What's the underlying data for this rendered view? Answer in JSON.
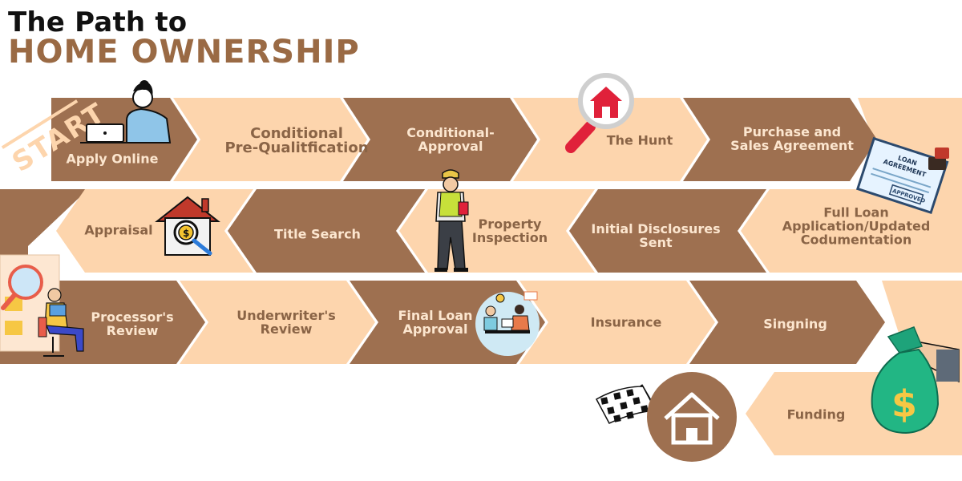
{
  "title": {
    "line1": "The Path to",
    "line2": "HOME OWNERSHIP"
  },
  "start_label": "START",
  "colors": {
    "dark_brown": "#9e7050",
    "light_peach": "#fdd5ad",
    "title_brown": "#9a6a44"
  },
  "steps": [
    {
      "label": "Apply Online"
    },
    {
      "label": "Conditional\nPre-Qualitfication"
    },
    {
      "label": "Conditional-\nApproval"
    },
    {
      "label": "The Hunt"
    },
    {
      "label": "Purchase and\nSales Agreement"
    },
    {
      "label": "Full Loan\nApplication/Updated\nCodumentation"
    },
    {
      "label": "Initial Disclosures\nSent"
    },
    {
      "label": "Property\nInspection"
    },
    {
      "label": "Title Search"
    },
    {
      "label": "Appraisal"
    },
    {
      "label": "Processor's\nReview"
    },
    {
      "label": "Underwriter's\nReview"
    },
    {
      "label": "Final Loan\nApproval"
    },
    {
      "label": "Insurance"
    },
    {
      "label": "Singning"
    },
    {
      "label": "Funding"
    }
  ],
  "document": {
    "title_line1": "LOAN",
    "title_line2": "AGREEMENT",
    "stamp": "APPROVED"
  },
  "icons": [
    "person-laptop-icon",
    "magnifier-house-icon",
    "loan-agreement-icon",
    "stamp-icon",
    "house-dollar-search-icon",
    "inspector-icon",
    "office-search-icon",
    "meeting-icon",
    "money-bag-icon",
    "checkered-flag-icon",
    "home-icon"
  ]
}
